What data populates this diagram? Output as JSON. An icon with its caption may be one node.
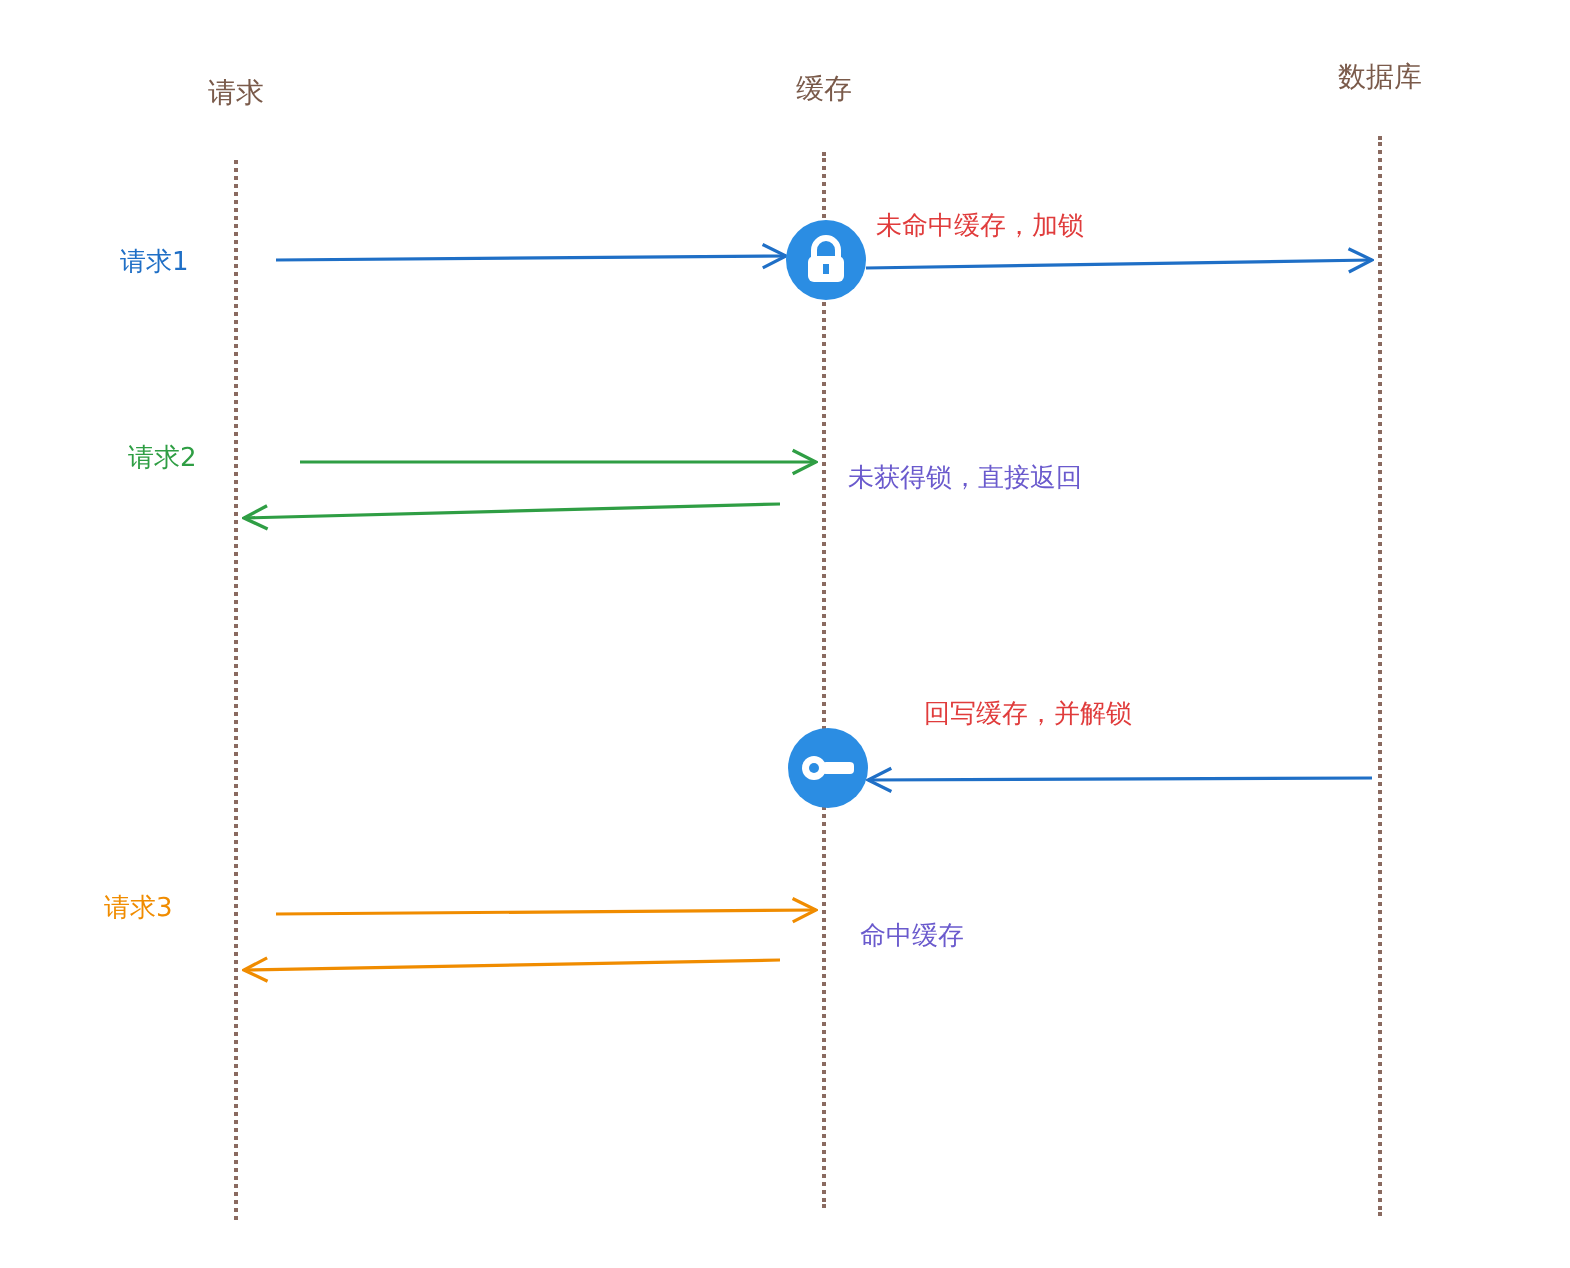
{
  "diagram": {
    "nodes": [
      {
        "text": [
          "请求"
        ]
      },
      {
        "text": [
          "缓存"
        ]
      },
      {
        "text": [
          "数据库"
        ]
      },
      {
        "text": [],
        "shape": "circle",
        "beside": [
          "未命中缓存，加锁"
        ]
      },
      {
        "text": [],
        "shape": "circle",
        "beside": [
          "回写缓存，并解锁"
        ]
      }
    ],
    "edges": [
      {
        "from": 0,
        "to": 3,
        "arrow": "to",
        "color": "#1f6fc6"
      },
      {
        "from": 3,
        "to": 2,
        "arrow": "to",
        "color": "#1f6fc6"
      },
      {
        "from": 0,
        "to": 1,
        "arrow": "to",
        "color": "#2f9e44"
      },
      {
        "from": 1,
        "to": 0,
        "arrow": "to",
        "color": "#2f9e44"
      },
      {
        "from": 2,
        "to": 4,
        "arrow": "to",
        "color": "#1f6fc6"
      },
      {
        "from": 0,
        "to": 1,
        "arrow": "to",
        "color": "#f08c00"
      },
      {
        "from": 1,
        "to": 0,
        "arrow": "to",
        "color": "#f08c00"
      }
    ],
    "labels": [
      "请求1",
      "请求2",
      "未获得锁，直接返回",
      "请求3",
      "命中缓存"
    ]
  }
}
